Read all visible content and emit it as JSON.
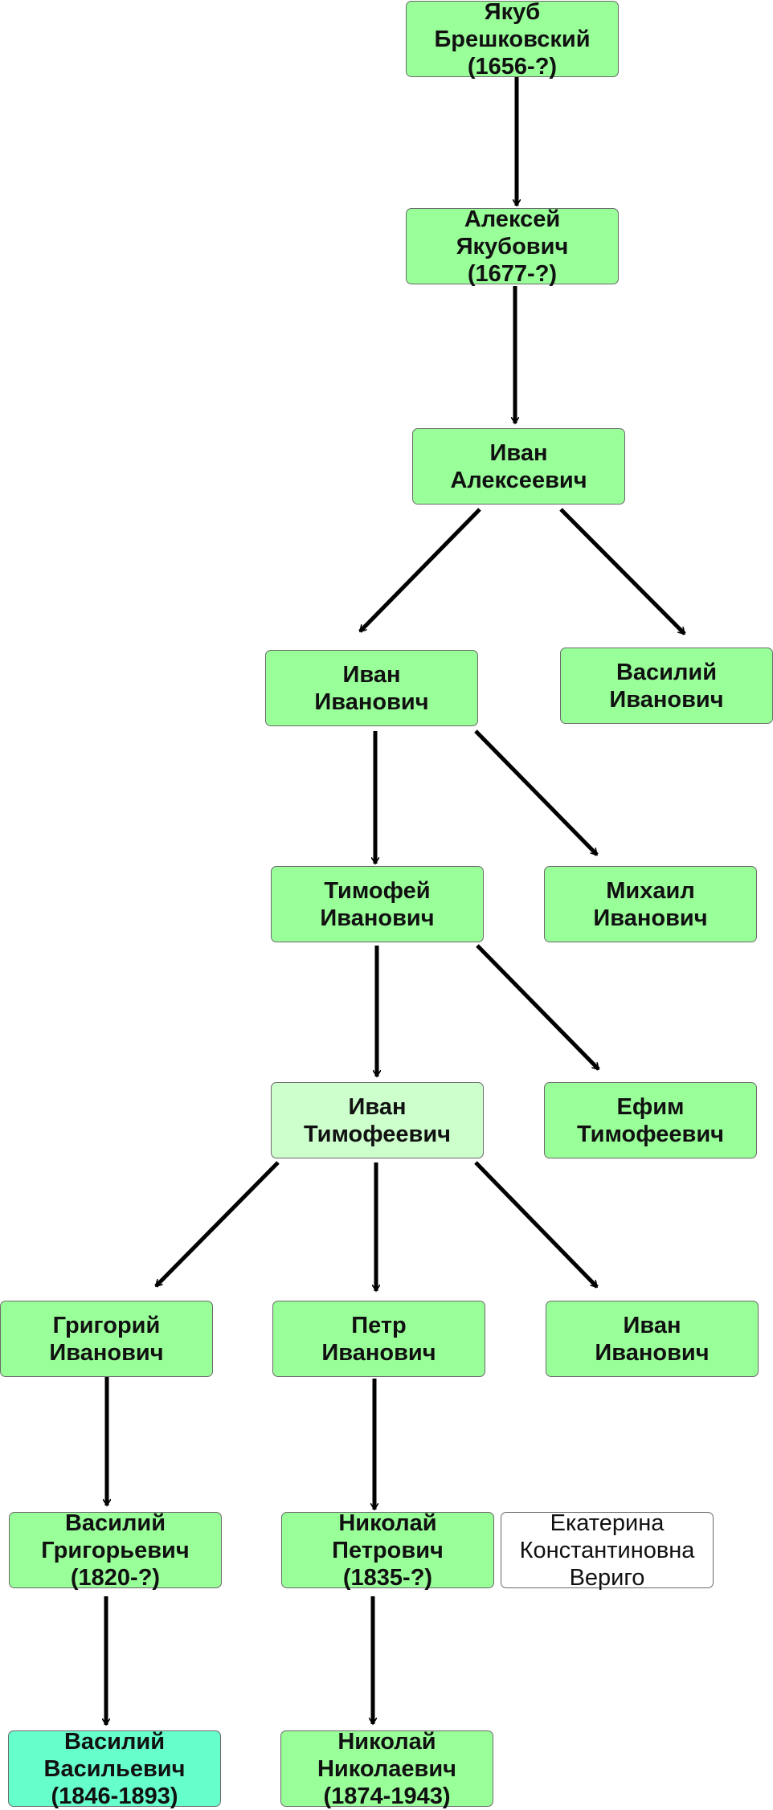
{
  "diagram": {
    "type": "family-tree",
    "colors": {
      "node": "#99ff99",
      "node_highlight": "#ccffcc",
      "node_spouse": "#ffffff",
      "node_last": "#66ffcc",
      "arrow": "#000000"
    },
    "nodes": {
      "yakub": {
        "lines": [
          "Якуб",
          "Брешковский",
          "(1656-?)"
        ]
      },
      "aleksey": {
        "lines": [
          "Алексей",
          "Якубович",
          "(1677-?)"
        ]
      },
      "ivan_a": {
        "lines": [
          "Иван",
          "Алексеевич"
        ]
      },
      "ivan_i": {
        "lines": [
          "Иван",
          "Иванович"
        ]
      },
      "vasily_i": {
        "lines": [
          "Василий",
          "Иванович"
        ]
      },
      "timofey": {
        "lines": [
          "Тимофей",
          "Иванович"
        ]
      },
      "mikhail": {
        "lines": [
          "Михаил",
          "Иванович"
        ]
      },
      "ivan_t": {
        "lines": [
          "Иван",
          "Тимофеевич"
        ]
      },
      "efim": {
        "lines": [
          "Ефим",
          "Тимофеевич"
        ]
      },
      "grigory": {
        "lines": [
          "Григорий",
          "Иванович"
        ]
      },
      "petr": {
        "lines": [
          "Петр",
          "Иванович"
        ]
      },
      "ivan_ii": {
        "lines": [
          "Иван",
          "Иванович"
        ]
      },
      "vasily_g": {
        "lines": [
          "Василий",
          "Григорьевич",
          "(1820-?)"
        ]
      },
      "nikolay_p": {
        "lines": [
          "Николай",
          "Петрович",
          "(1835-?)"
        ]
      },
      "ekaterina": {
        "lines": [
          "Екатерина",
          "Константиновна",
          "Вериго"
        ]
      },
      "vasily_v": {
        "lines": [
          "Василий",
          "Васильевич",
          "(1846-1893)"
        ]
      },
      "nikolay_n": {
        "lines": [
          "Николай",
          "Николаевич",
          "(1874-1943)"
        ]
      }
    },
    "edges": [
      {
        "from": "yakub",
        "to": "aleksey"
      },
      {
        "from": "aleksey",
        "to": "ivan_a"
      },
      {
        "from": "ivan_a",
        "to": "ivan_i"
      },
      {
        "from": "ivan_a",
        "to": "vasily_i"
      },
      {
        "from": "ivan_i",
        "to": "timofey"
      },
      {
        "from": "ivan_i",
        "to": "mikhail"
      },
      {
        "from": "timofey",
        "to": "ivan_t"
      },
      {
        "from": "timofey",
        "to": "efim"
      },
      {
        "from": "ivan_t",
        "to": "grigory"
      },
      {
        "from": "ivan_t",
        "to": "petr"
      },
      {
        "from": "ivan_t",
        "to": "ivan_ii"
      },
      {
        "from": "grigory",
        "to": "vasily_g"
      },
      {
        "from": "petr",
        "to": "nikolay_p"
      },
      {
        "from": "vasily_g",
        "to": "vasily_v"
      },
      {
        "from": "nikolay_p",
        "to": "nikolay_n"
      }
    ]
  }
}
